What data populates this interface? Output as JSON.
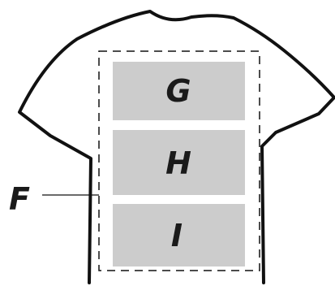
{
  "diagram": {
    "callout": {
      "label": "F",
      "target": "print-area-boundary"
    },
    "panels": [
      {
        "id": "G",
        "label": "G"
      },
      {
        "id": "H",
        "label": "H"
      },
      {
        "id": "I",
        "label": "I"
      }
    ],
    "colors": {
      "outline": "#111111",
      "panel_fill": "#cccccc",
      "text": "#1a1a1a",
      "background": "#ffffff"
    }
  }
}
